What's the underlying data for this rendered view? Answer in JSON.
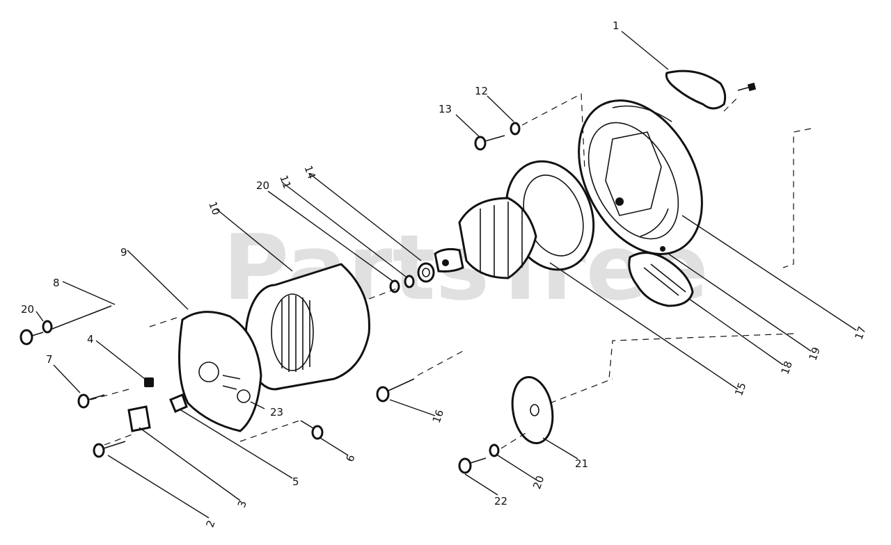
{
  "watermark": "PartsTree",
  "callouts": {
    "c1": "1",
    "c2": "2",
    "c3": "3",
    "c4": "4",
    "c5": "5",
    "c6": "6",
    "c7": "7",
    "c8": "8",
    "c9": "9",
    "c10": "10",
    "c11": "11",
    "c12": "12",
    "c13": "13",
    "c14": "14",
    "c15": "15",
    "c16": "16",
    "c17": "17",
    "c18": "18",
    "c19": "19",
    "c20a": "20",
    "c20b": "20",
    "c20c": "20",
    "c21": "21",
    "c22": "22",
    "c23": "23"
  }
}
